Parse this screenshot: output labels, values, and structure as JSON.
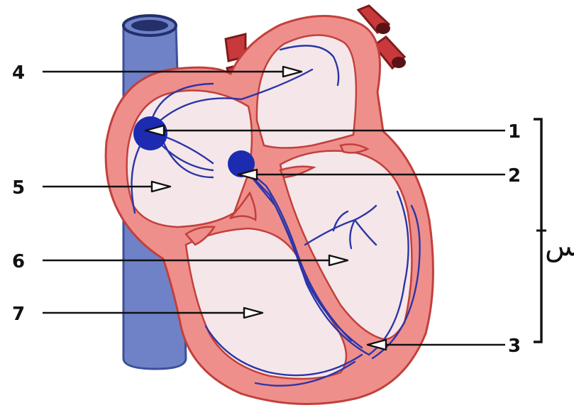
{
  "labels": {
    "l1": "1",
    "l2": "2",
    "l3": "3",
    "l4": "4",
    "l5": "5",
    "l6": "6",
    "l7": "7",
    "bracket": "س"
  },
  "colors": {
    "muscle": "#ef8f8b",
    "muscle_edge": "#c2403c",
    "chamber": "#f5e7e9",
    "vein": "#6f82c8",
    "vein_edge": "#3e4f99",
    "artery": "#c9393b",
    "artery_edge": "#7e1c1e",
    "conduction": "#2c35a8",
    "node": "#1c2bb0"
  }
}
